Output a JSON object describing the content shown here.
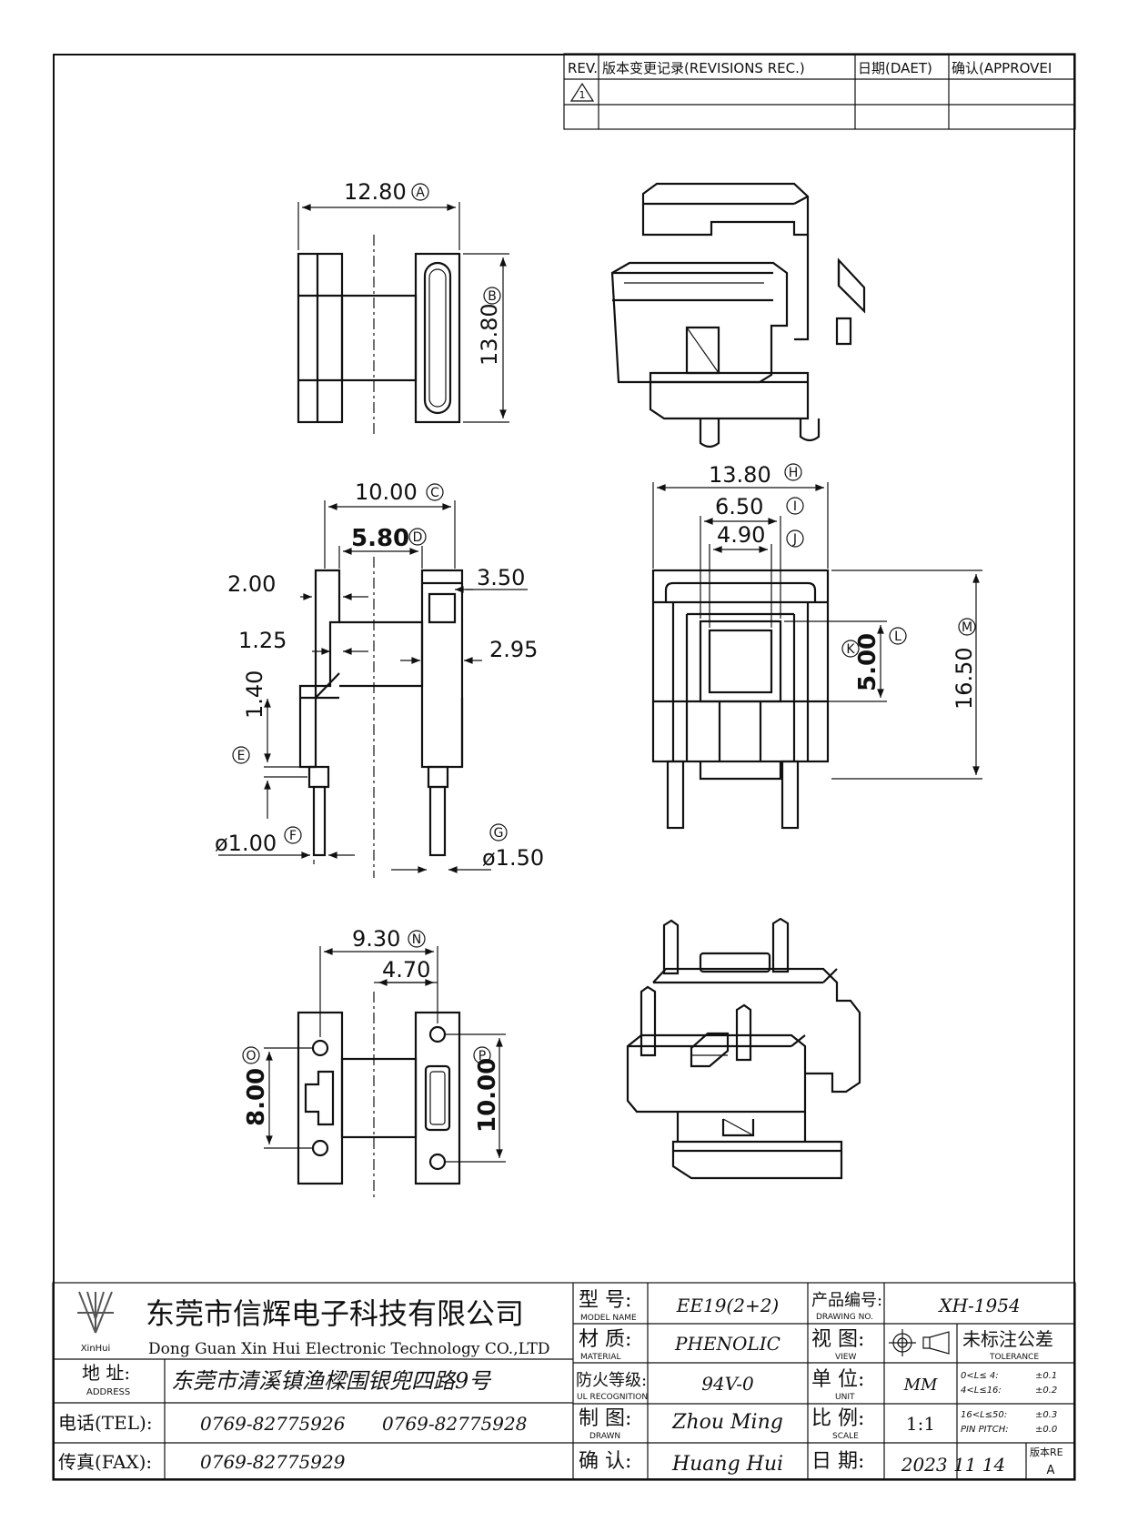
{
  "revision_table": {
    "headers": [
      "REV.",
      "版本变更记录(REVISIONS REC.)",
      "日期(DAET)",
      "确认(APPROVEI"
    ],
    "rev_mark": "1"
  },
  "dimensions": {
    "A": {
      "value": "12.80",
      "tag": "A"
    },
    "B": {
      "value": "13.80",
      "tag": "B"
    },
    "C": {
      "value": "10.00",
      "tag": "C"
    },
    "D": {
      "value": "5.80",
      "tag": "D"
    },
    "d_2_00": "2.00",
    "d_3_50": "3.50",
    "d_1_25": "1.25",
    "d_2_95": "2.95",
    "d_1_40": "1.40",
    "E": {
      "tag": "E"
    },
    "F": {
      "value": "ø1.00",
      "tag": "F"
    },
    "G": {
      "value": "ø1.50",
      "tag": "G"
    },
    "H": {
      "value": "13.80",
      "tag": "H"
    },
    "I": {
      "value": "6.50",
      "tag": "I"
    },
    "J": {
      "value": "4.90",
      "tag": "J"
    },
    "K": {
      "tag": "K"
    },
    "L": {
      "value": "5.00",
      "tag": "L"
    },
    "M": {
      "value": "16.50",
      "tag": "M"
    },
    "N": {
      "value": "9.30",
      "tag": "N"
    },
    "d_4_70": "4.70",
    "O": {
      "value": "8.00",
      "tag": "O"
    },
    "P": {
      "value": "10.00",
      "tag": "P"
    }
  },
  "title_block": {
    "company_cn": "东莞市信辉电子科技有限公司",
    "company_en": "Dong Guan Xin Hui Electronic Technology CO.,LTD",
    "logo_text": "XinHui",
    "address_label": "地  址:",
    "address_label_en": "ADDRESS",
    "address": "东莞市清溪镇渔樑围银兜四路9号",
    "tel_label": "电话(TEL):",
    "tel1": "0769-82775926",
    "tel2": "0769-82775928",
    "fax_label": "传真(FAX):",
    "fax": "0769-82775929",
    "model_label": "型  号:",
    "model_label_en": "MODEL NAME",
    "model": "EE19(2+2)",
    "material_label": "材  质:",
    "material_label_en": "MATERIAL",
    "material": "PHENOLIC",
    "ul_label": "防火等级:",
    "ul_label_en": "UL RECOGNITION",
    "ul": "94V-0",
    "drawn_label": "制  图:",
    "drawn_label_en": "DRAWN",
    "drawn": "Zhou Ming",
    "check_label": "确  认:",
    "check": "Huang Hui",
    "drawing_no_label": "产品编号:",
    "drawing_no_label_en": "DRAWING NO.",
    "drawing_no": "XH-1954",
    "view_label": "视  图:",
    "view_label_en": "VIEW",
    "unit_label": "单  位:",
    "unit_label_en": "UNIT",
    "unit": "MM",
    "scale_label": "比  例:",
    "scale_label_en": "SCALE",
    "scale": "1:1",
    "date_label": "日  期:",
    "date": "2023 11 14",
    "tolerance_title": "未标注公差",
    "tolerance_en": "TOLERANCE",
    "tolerances": [
      {
        "range": "0<L≤ 4:",
        "value": "±0.1"
      },
      {
        "range": "4<L≤16:",
        "value": "±0.2"
      },
      {
        "range": "16<L≤50:",
        "value": "±0.3"
      },
      {
        "range": "PIN PITCH:",
        "value": "±0.0"
      }
    ],
    "version_label": "版本RE",
    "version": "A"
  }
}
